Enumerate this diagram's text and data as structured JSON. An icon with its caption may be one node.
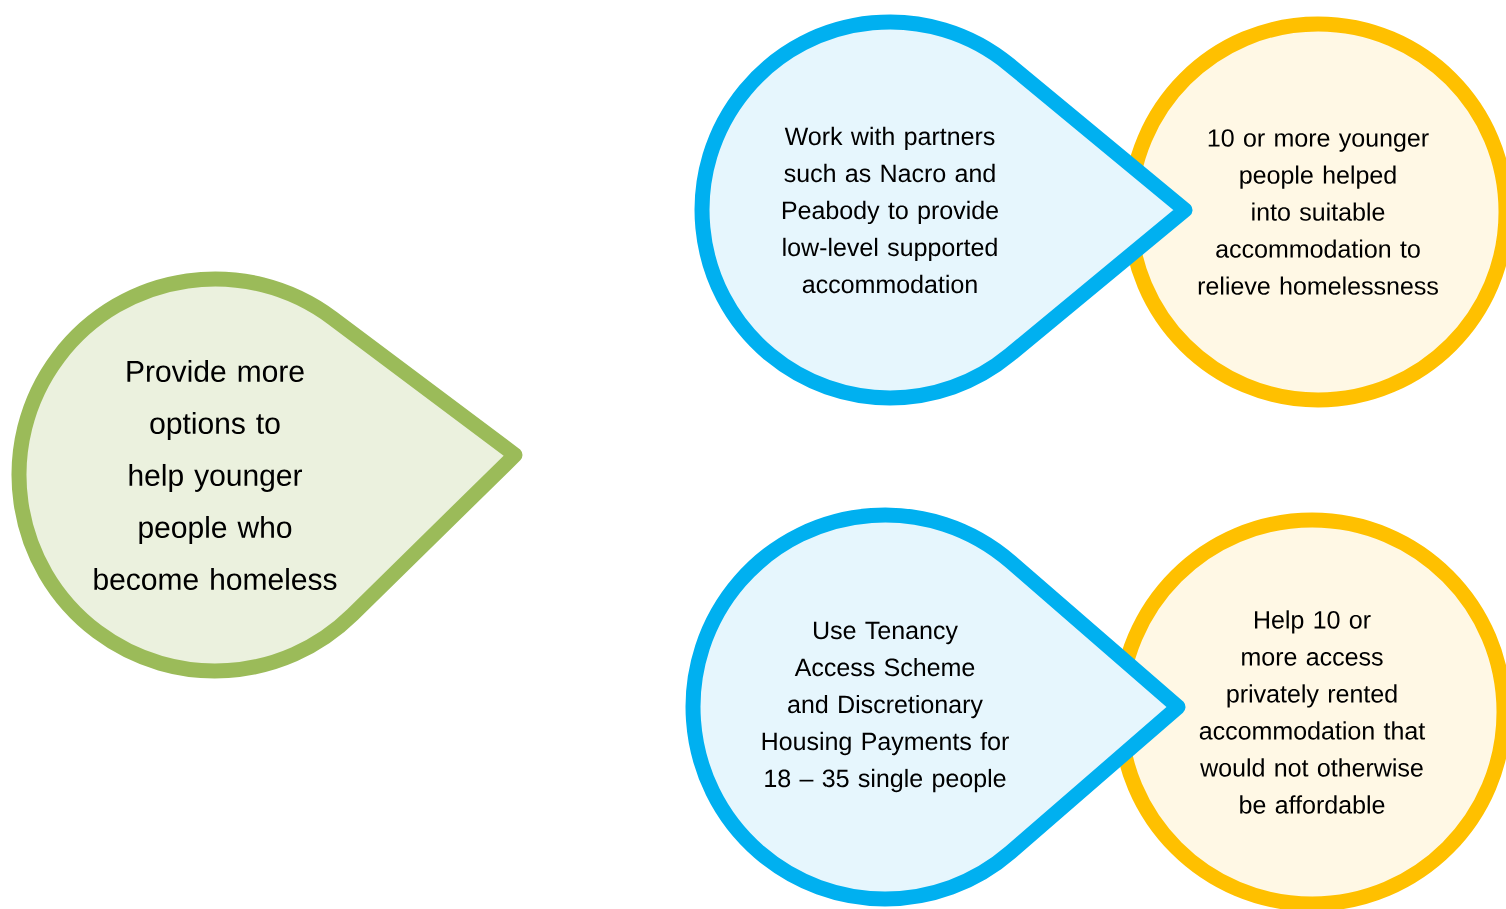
{
  "diagram": {
    "nodes": [
      {
        "text": [
          "Provide more options to help younger people who become homeless"
        ]
      },
      {
        "text": [
          "Work with partners such as Nacro and Peabody to provide low-level supported accommodation"
        ]
      },
      {
        "text": [
          "10 or more younger people helped into suitable accommodation to relieve homelessness"
        ]
      },
      {
        "text": [
          "Use Tenancy Access Scheme and Discretionary Housing Payments for 18 – 35 single people"
        ]
      },
      {
        "text": [
          "Help 10 or more access privately rented accommodation that would not otherwise be affordable"
        ]
      }
    ]
  }
}
